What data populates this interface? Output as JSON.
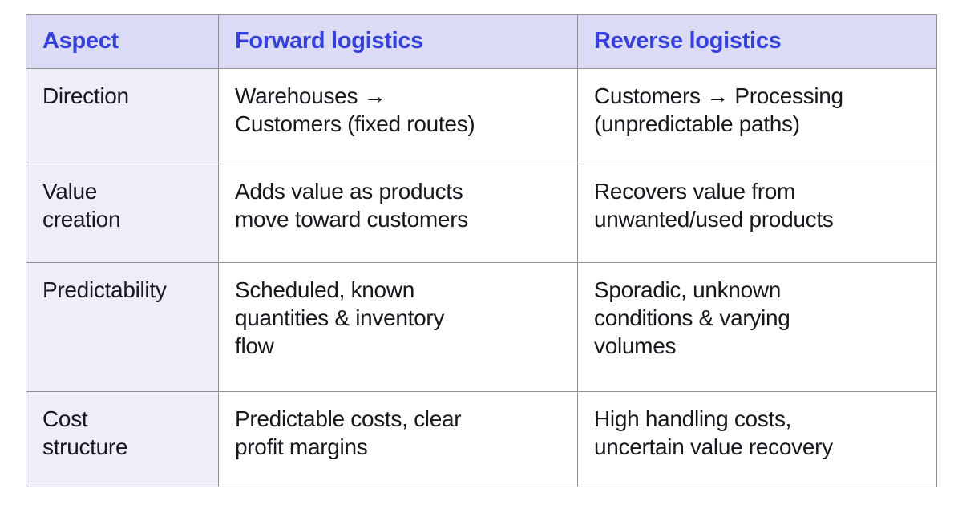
{
  "theme": {
    "header-bg": "#dbdbf6",
    "header-text": "#3541da",
    "aspect-bg": "#eeedfa",
    "body-bg": "#ffffff",
    "body-text": "#18171d",
    "border": "#909090",
    "page-bg": "#ffffff"
  },
  "table": {
    "columns": [
      "Aspect",
      "Forward logistics",
      "Reverse logistics"
    ],
    "rows": [
      {
        "aspect": "Direction",
        "forward": "Warehouses →\nCustomers (fixed routes)",
        "reverse": "Customers → Processing\n(unpredictable paths)"
      },
      {
        "aspect": "Value\ncreation",
        "forward": "Adds value as products\nmove toward customers",
        "reverse": "Recovers value from\nunwanted/used products"
      },
      {
        "aspect": "Predictability",
        "forward": "Scheduled, known\nquantities & inventory\nflow",
        "reverse": "Sporadic, unknown\nconditions & varying\nvolumes"
      },
      {
        "aspect": "Cost\nstructure",
        "forward": "Predictable costs, clear\nprofit margins",
        "reverse": "High handling costs,\nuncertain value recovery"
      }
    ]
  }
}
